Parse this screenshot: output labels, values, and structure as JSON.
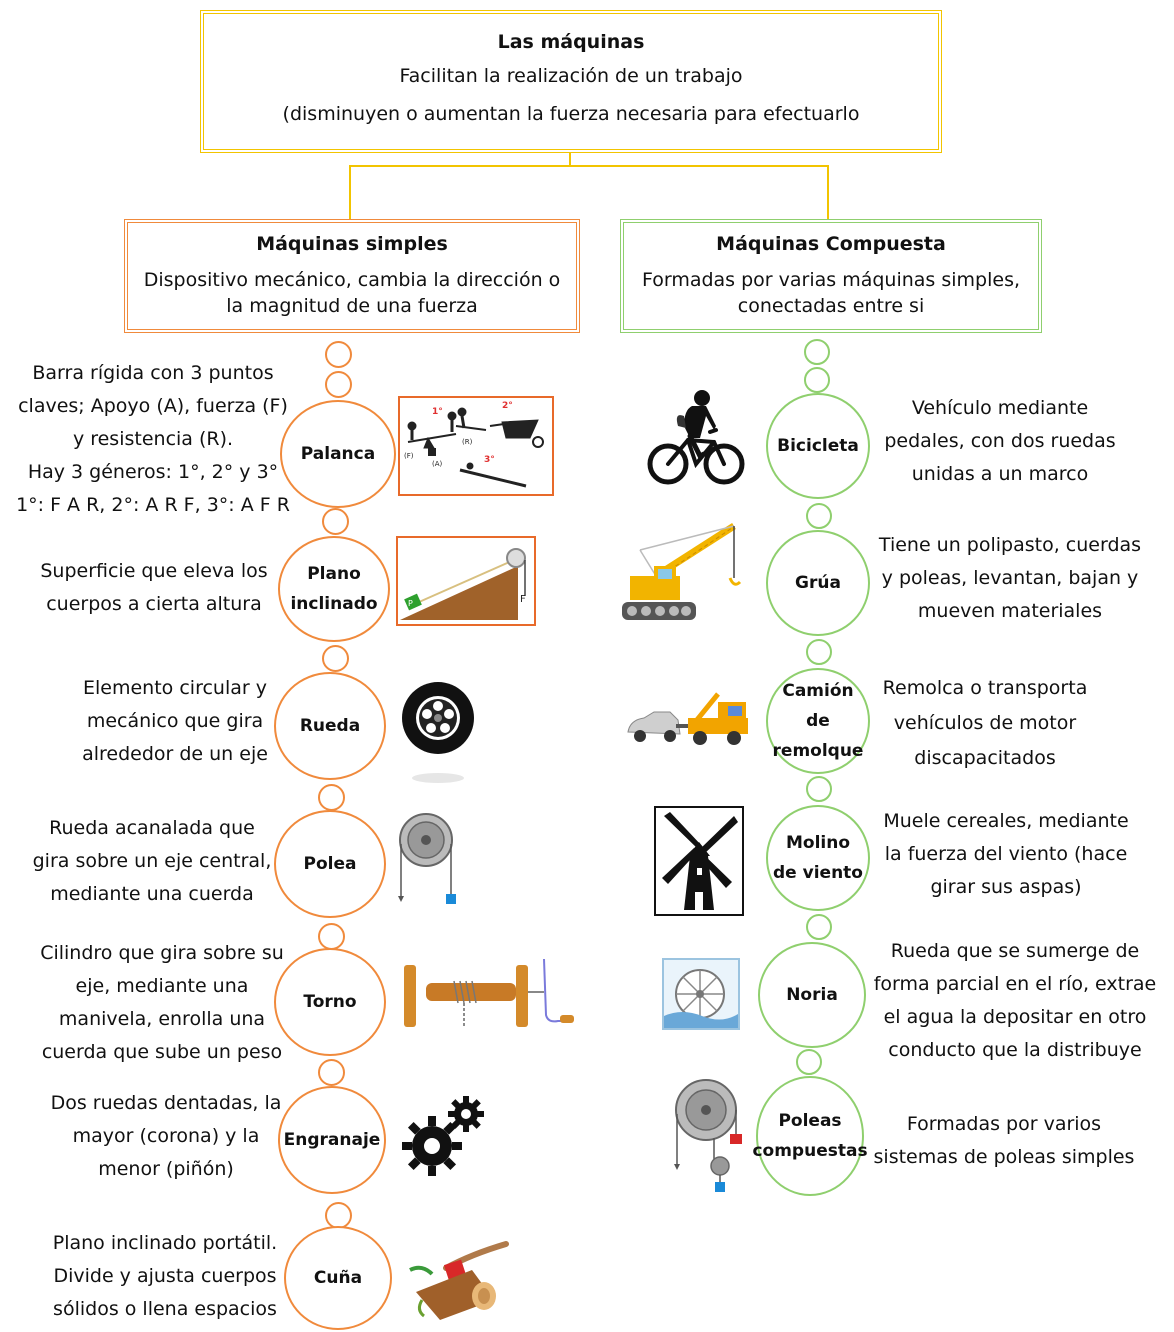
{
  "header": {
    "title": "Las máquinas",
    "line1": "Facilitan la realización de un trabajo",
    "line2": "(disminuyen o aumentan la fuerza necesaria para efectuarlo"
  },
  "simple": {
    "title": "Máquinas simples",
    "line1": "Dispositivo mecánico, cambia la dirección o",
    "line2": "la magnitud de una fuerza",
    "items": [
      {
        "name": "Palanca",
        "lines": [
          "Barra rígida con 3 puntos",
          "claves; Apoyo (A), fuerza (F)",
          "y resistencia (R).",
          "Hay 3 géneros: 1°, 2° y 3°",
          "1°: F A R, 2°: A R F, 3°: A F R"
        ],
        "image_text": [
          "1°",
          "2°",
          "3°",
          "(F)",
          "(A)",
          "(R)"
        ]
      },
      {
        "name_lines": [
          "Plano",
          "inclinado"
        ],
        "lines": [
          "Superficie que eleva los",
          "cuerpos a cierta altura"
        ],
        "image_text": [
          "F",
          "P"
        ]
      },
      {
        "name": "Rueda",
        "lines": [
          "Elemento circular y",
          "mecánico que gira",
          "alrededor de un eje"
        ]
      },
      {
        "name": "Polea",
        "lines": [
          "Rueda acanalada que",
          "gira sobre un eje central,",
          "mediante una cuerda"
        ]
      },
      {
        "name": "Torno",
        "lines": [
          "Cilindro que gira sobre su",
          "eje, mediante una",
          "manivela, enrolla una",
          "cuerda que sube un peso"
        ]
      },
      {
        "name": "Engranaje",
        "lines": [
          "Dos ruedas dentadas, la",
          "mayor (corona) y la",
          "menor (piñón)"
        ]
      },
      {
        "name": "Cuña",
        "lines": [
          "Plano inclinado portátil.",
          "Divide y ajusta cuerpos",
          "sólidos o llena espacios"
        ]
      }
    ]
  },
  "compound": {
    "title": "Máquinas Compuesta",
    "line1": "Formadas por varias máquinas simples,",
    "line2": "conectadas entre si",
    "items": [
      {
        "name": "Bicicleta",
        "lines": [
          "Vehículo mediante",
          "pedales, con dos ruedas",
          "unidas a un marco"
        ]
      },
      {
        "name": "Grúa",
        "lines": [
          "Tiene un polipasto, cuerdas",
          "y poleas, levantan, bajan y",
          "mueven materiales"
        ]
      },
      {
        "name_lines": [
          "Camión de",
          "remolque"
        ],
        "lines": [
          "Remolca o transporta",
          "vehículos de motor",
          "discapacitados"
        ]
      },
      {
        "name_lines": [
          "Molino",
          "de viento"
        ],
        "lines": [
          "Muele cereales, mediante",
          "la fuerza del viento (hace",
          "girar sus aspas)"
        ]
      },
      {
        "name": "Noria",
        "lines": [
          "Rueda que se sumerge de",
          "forma parcial en el río, extrae",
          "el agua la depositar en otro",
          "conducto que la distribuye"
        ]
      },
      {
        "name_lines": [
          "Poleas",
          "compuestas"
        ],
        "lines": [
          "Formadas por varios",
          "sistemas de poleas simples"
        ]
      }
    ]
  },
  "colors": {
    "header_border": "#f2c400",
    "simple_border": "#f08a3c",
    "compound_border": "#8fcf6e"
  }
}
